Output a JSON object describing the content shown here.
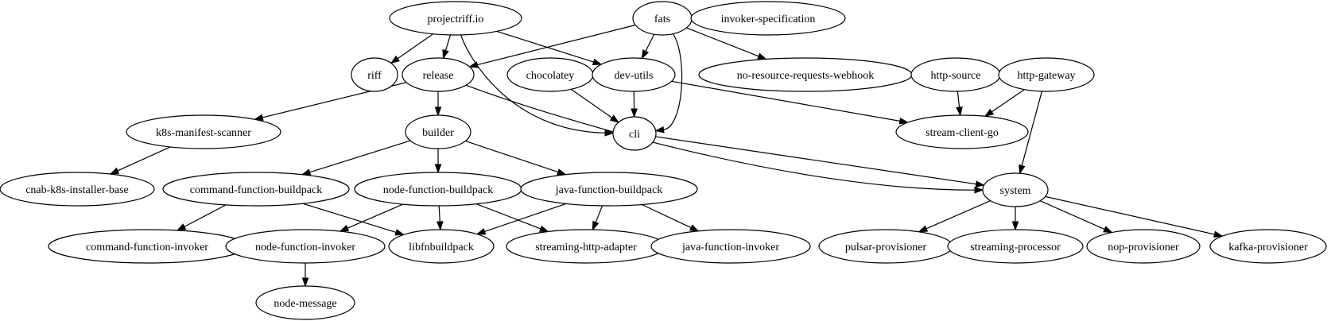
{
  "nodes": [
    {
      "id": "projectriff",
      "label": "projectriff.io"
    },
    {
      "id": "fats",
      "label": "fats"
    },
    {
      "id": "invoker-spec",
      "label": "invoker-specification"
    },
    {
      "id": "riff",
      "label": "riff"
    },
    {
      "id": "release",
      "label": "release"
    },
    {
      "id": "chocolatey",
      "label": "chocolatey"
    },
    {
      "id": "dev-utils",
      "label": "dev-utils"
    },
    {
      "id": "no-resource",
      "label": "no-resource-requests-webhook"
    },
    {
      "id": "http-source",
      "label": "http-source"
    },
    {
      "id": "http-gateway",
      "label": "http-gateway"
    },
    {
      "id": "k8s-manifest-scanner",
      "label": "k8s-manifest-scanner"
    },
    {
      "id": "builder",
      "label": "builder"
    },
    {
      "id": "cli",
      "label": "cli"
    },
    {
      "id": "stream-client-go",
      "label": "stream-client-go"
    },
    {
      "id": "cnab",
      "label": "cnab-k8s-installer-base"
    },
    {
      "id": "command-fb",
      "label": "command-function-buildpack"
    },
    {
      "id": "node-fb",
      "label": "node-function-buildpack"
    },
    {
      "id": "java-fb",
      "label": "java-function-buildpack"
    },
    {
      "id": "system",
      "label": "system"
    },
    {
      "id": "command-fi",
      "label": "command-function-invoker"
    },
    {
      "id": "node-fi",
      "label": "node-function-invoker"
    },
    {
      "id": "libfnbuildpack",
      "label": "libfnbuildpack"
    },
    {
      "id": "streaming-http-adapter",
      "label": "streaming-http-adapter"
    },
    {
      "id": "java-fi",
      "label": "java-function-invoker"
    },
    {
      "id": "pulsar",
      "label": "pulsar-provisioner"
    },
    {
      "id": "streaming-processor",
      "label": "streaming-processor"
    },
    {
      "id": "nop",
      "label": "nop-provisioner"
    },
    {
      "id": "kafka",
      "label": "kafka-provisioner"
    },
    {
      "id": "node-message",
      "label": "node-message"
    }
  ],
  "edges": [
    {
      "from": "projectriff",
      "to": "riff"
    },
    {
      "from": "projectriff",
      "to": "release"
    },
    {
      "from": "projectriff",
      "to": "dev-utils"
    },
    {
      "from": "projectriff",
      "to": "cli"
    },
    {
      "from": "fats",
      "to": "release"
    },
    {
      "from": "fats",
      "to": "dev-utils"
    },
    {
      "from": "fats",
      "to": "no-resource"
    },
    {
      "from": "fats",
      "to": "cli"
    },
    {
      "from": "release",
      "to": "k8s-manifest-scanner"
    },
    {
      "from": "release",
      "to": "builder"
    },
    {
      "from": "release",
      "to": "system"
    },
    {
      "from": "chocolatey",
      "to": "cli"
    },
    {
      "from": "dev-utils",
      "to": "cli"
    },
    {
      "from": "dev-utils",
      "to": "stream-client-go"
    },
    {
      "from": "http-source",
      "to": "stream-client-go"
    },
    {
      "from": "http-gateway",
      "to": "stream-client-go"
    },
    {
      "from": "http-gateway",
      "to": "system"
    },
    {
      "from": "cli",
      "to": "system"
    },
    {
      "from": "k8s-manifest-scanner",
      "to": "cnab"
    },
    {
      "from": "builder",
      "to": "command-fb"
    },
    {
      "from": "builder",
      "to": "node-fb"
    },
    {
      "from": "builder",
      "to": "java-fb"
    },
    {
      "from": "command-fb",
      "to": "command-fi"
    },
    {
      "from": "command-fb",
      "to": "libfnbuildpack"
    },
    {
      "from": "node-fb",
      "to": "node-fi"
    },
    {
      "from": "node-fb",
      "to": "libfnbuildpack"
    },
    {
      "from": "node-fb",
      "to": "streaming-http-adapter"
    },
    {
      "from": "java-fb",
      "to": "libfnbuildpack"
    },
    {
      "from": "java-fb",
      "to": "streaming-http-adapter"
    },
    {
      "from": "java-fb",
      "to": "java-fi"
    },
    {
      "from": "system",
      "to": "pulsar"
    },
    {
      "from": "system",
      "to": "streaming-processor"
    },
    {
      "from": "system",
      "to": "nop"
    },
    {
      "from": "system",
      "to": "kafka"
    },
    {
      "from": "node-fi",
      "to": "node-message"
    }
  ]
}
